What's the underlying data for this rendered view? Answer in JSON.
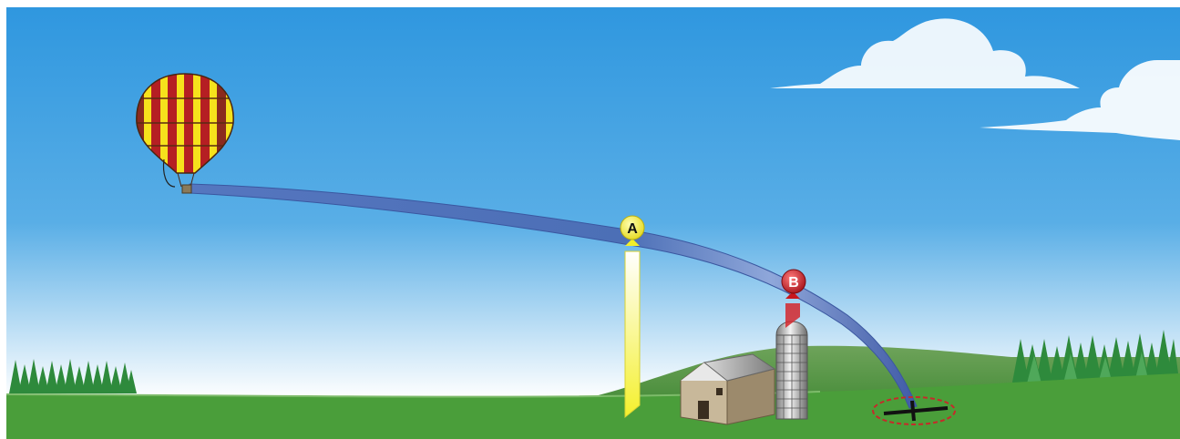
{
  "markers": [
    {
      "id": "A",
      "label": "A",
      "color": "#f2ee2a",
      "text_color": "#111111"
    },
    {
      "id": "B",
      "label": "B",
      "color": "#c8161e",
      "text_color": "#ffffff"
    }
  ],
  "colors": {
    "sky_top": "#2f97df",
    "sky_bottom": "#ffffff",
    "grass": "#4a9e3a",
    "hill": "#5d9c4b",
    "flight_path": "#4a6fb8",
    "balloon_red": "#b51f23",
    "balloon_yellow": "#f6e21c",
    "landing_ring": "#c62a2a",
    "trees": "#2e8a3c"
  },
  "icons": {
    "balloon": "hot-air-balloon-icon",
    "barn": "barn-icon",
    "silo": "silo-icon",
    "landing": "landing-target-icon"
  }
}
